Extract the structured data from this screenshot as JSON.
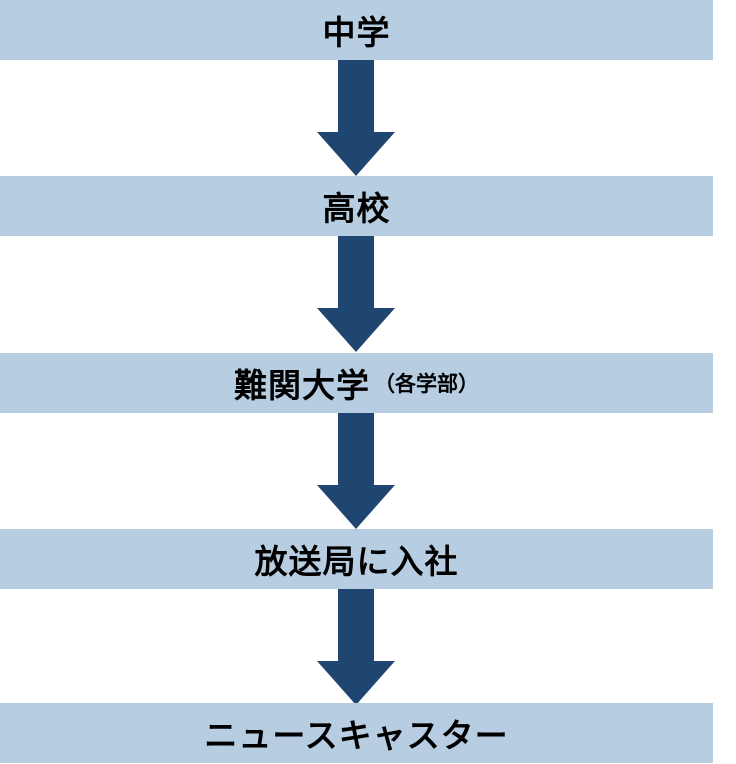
{
  "steps": [
    {
      "label": "中学",
      "note": ""
    },
    {
      "label": "高校",
      "note": ""
    },
    {
      "label": "難関大学",
      "note": "（各学部）"
    },
    {
      "label": "放送局に入社",
      "note": ""
    },
    {
      "label": "ニュースキャスター",
      "note": ""
    }
  ],
  "colors": {
    "box": "#b7cde1",
    "arrow": "#1f4670",
    "text": "#000000"
  },
  "icons": {
    "arrow": "down-arrow-icon"
  }
}
